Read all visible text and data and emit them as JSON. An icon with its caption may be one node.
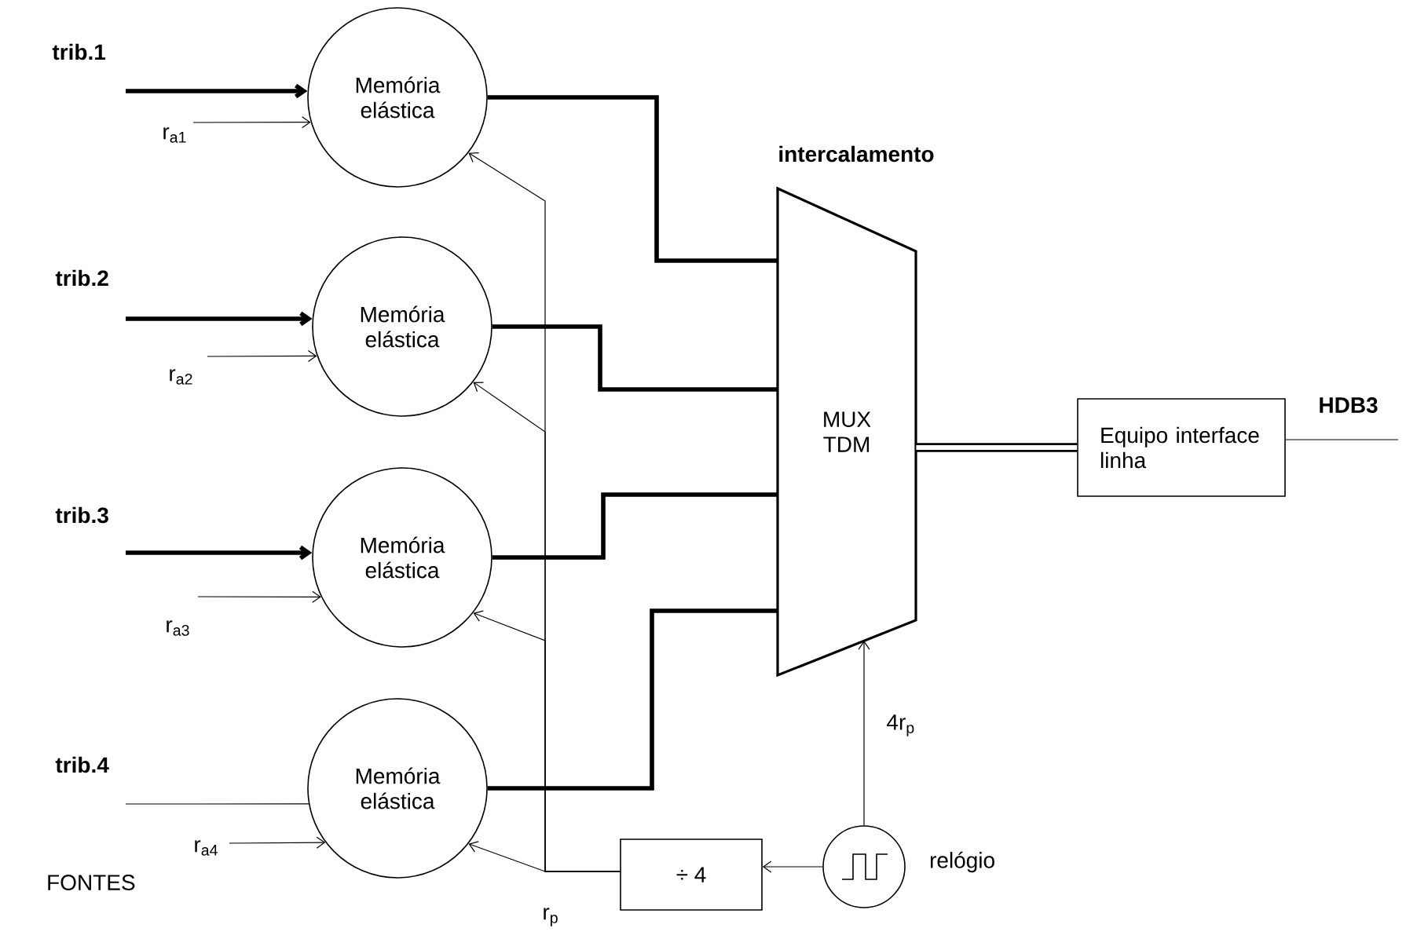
{
  "diagram": {
    "nodes": [
      {
        "text": [
          "Memória elástica"
        ]
      },
      {
        "text": [
          "Memória elástica"
        ]
      },
      {
        "text": [
          "Memória elástica"
        ]
      },
      {
        "text": [
          "Memória elástica"
        ]
      },
      {
        "text": [
          "intercalamento",
          "MUX TDM"
        ]
      },
      {
        "text": [
          "Equipo interface linha"
        ]
      },
      {
        "text": [
          "÷ 4"
        ]
      },
      {
        "text": [],
        "shape": "circle",
        "beside": [
          "relógio"
        ]
      }
    ],
    "edges": [
      {
        "from": null,
        "to": 0,
        "arrow": "to",
        "style": "thick",
        "label": "trib.1"
      },
      {
        "from": null,
        "to": 1,
        "arrow": "to",
        "style": "thick",
        "label": "trib.2"
      },
      {
        "from": null,
        "to": 2,
        "arrow": "to",
        "style": "thick",
        "label": "trib.3"
      },
      {
        "from": null,
        "to": 3,
        "arrow": "none",
        "label": "trib.4"
      },
      {
        "from": null,
        "to": 0,
        "arrow": "to",
        "label": "r$_{a1}$"
      },
      {
        "from": null,
        "to": 1,
        "arrow": "to",
        "label": "r$_{a2}$"
      },
      {
        "from": null,
        "to": 2,
        "arrow": "to",
        "label": "r$_{a3}$"
      },
      {
        "from": null,
        "to": 3,
        "arrow": "to",
        "label": "r$_{a4}$"
      },
      {
        "from": 0,
        "to": 4,
        "arrow": "none",
        "style": "thick"
      },
      {
        "from": 1,
        "to": 4,
        "arrow": "none",
        "style": "thick"
      },
      {
        "from": 2,
        "to": 4,
        "arrow": "none",
        "style": "thick"
      },
      {
        "from": 3,
        "to": 4,
        "arrow": "none",
        "style": "thick"
      },
      {
        "from": 4,
        "to": 5,
        "arrow": "none",
        "style": "thick"
      },
      {
        "from": 5,
        "to": null,
        "arrow": "none",
        "label": "HDB3"
      },
      {
        "from": 7,
        "to": 4,
        "arrow": "to",
        "label": "4r$_{p}$"
      },
      {
        "from": 7,
        "to": 6,
        "arrow": "to"
      },
      {
        "from": 6,
        "to": 0,
        "arrow": "to"
      },
      {
        "from": 6,
        "to": 1,
        "arrow": "to"
      },
      {
        "from": 6,
        "to": 2,
        "arrow": "to"
      },
      {
        "from": 6,
        "to": 3,
        "arrow": "to",
        "label": "r$_{p}$"
      }
    ],
    "labels": [
      "FONTES"
    ]
  }
}
